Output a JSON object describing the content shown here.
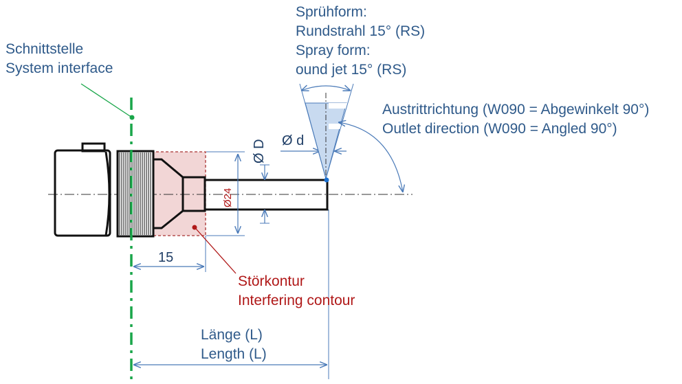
{
  "labels": {
    "interface_de": "Schnittstelle",
    "interface_en": "System interface",
    "spray_de_title": "Sprühform:",
    "spray_de_value": "Rundstrahl 15° (RS)",
    "spray_en_title": "Spray form:",
    "spray_en_value": "ound jet 15° (RS)",
    "outlet_de": "Austrittrichtung (W090 = Abgewinkelt 90°)",
    "outlet_en": "Outlet direction (W090 = Angled 90°)",
    "contour_de": "Störkontur",
    "contour_en": "Interfering contour",
    "length_de": "Länge (L)",
    "length_en": "Length (L)"
  },
  "dimensions": {
    "dia_D": "Ø D",
    "dia_d": "Ø d",
    "dia_24": "Ø24",
    "offset_15": "15"
  },
  "colors": {
    "interface_line": "#1aa64a",
    "text_blue": "#2f5a8a",
    "text_red": "#b01818",
    "contour_fill": "#f2d6d6",
    "contour_stroke": "#a83232",
    "spray_fill": "#c8daf0",
    "dim_line": "#4a7ab8",
    "outlet_dot": "#1a6fd0"
  }
}
